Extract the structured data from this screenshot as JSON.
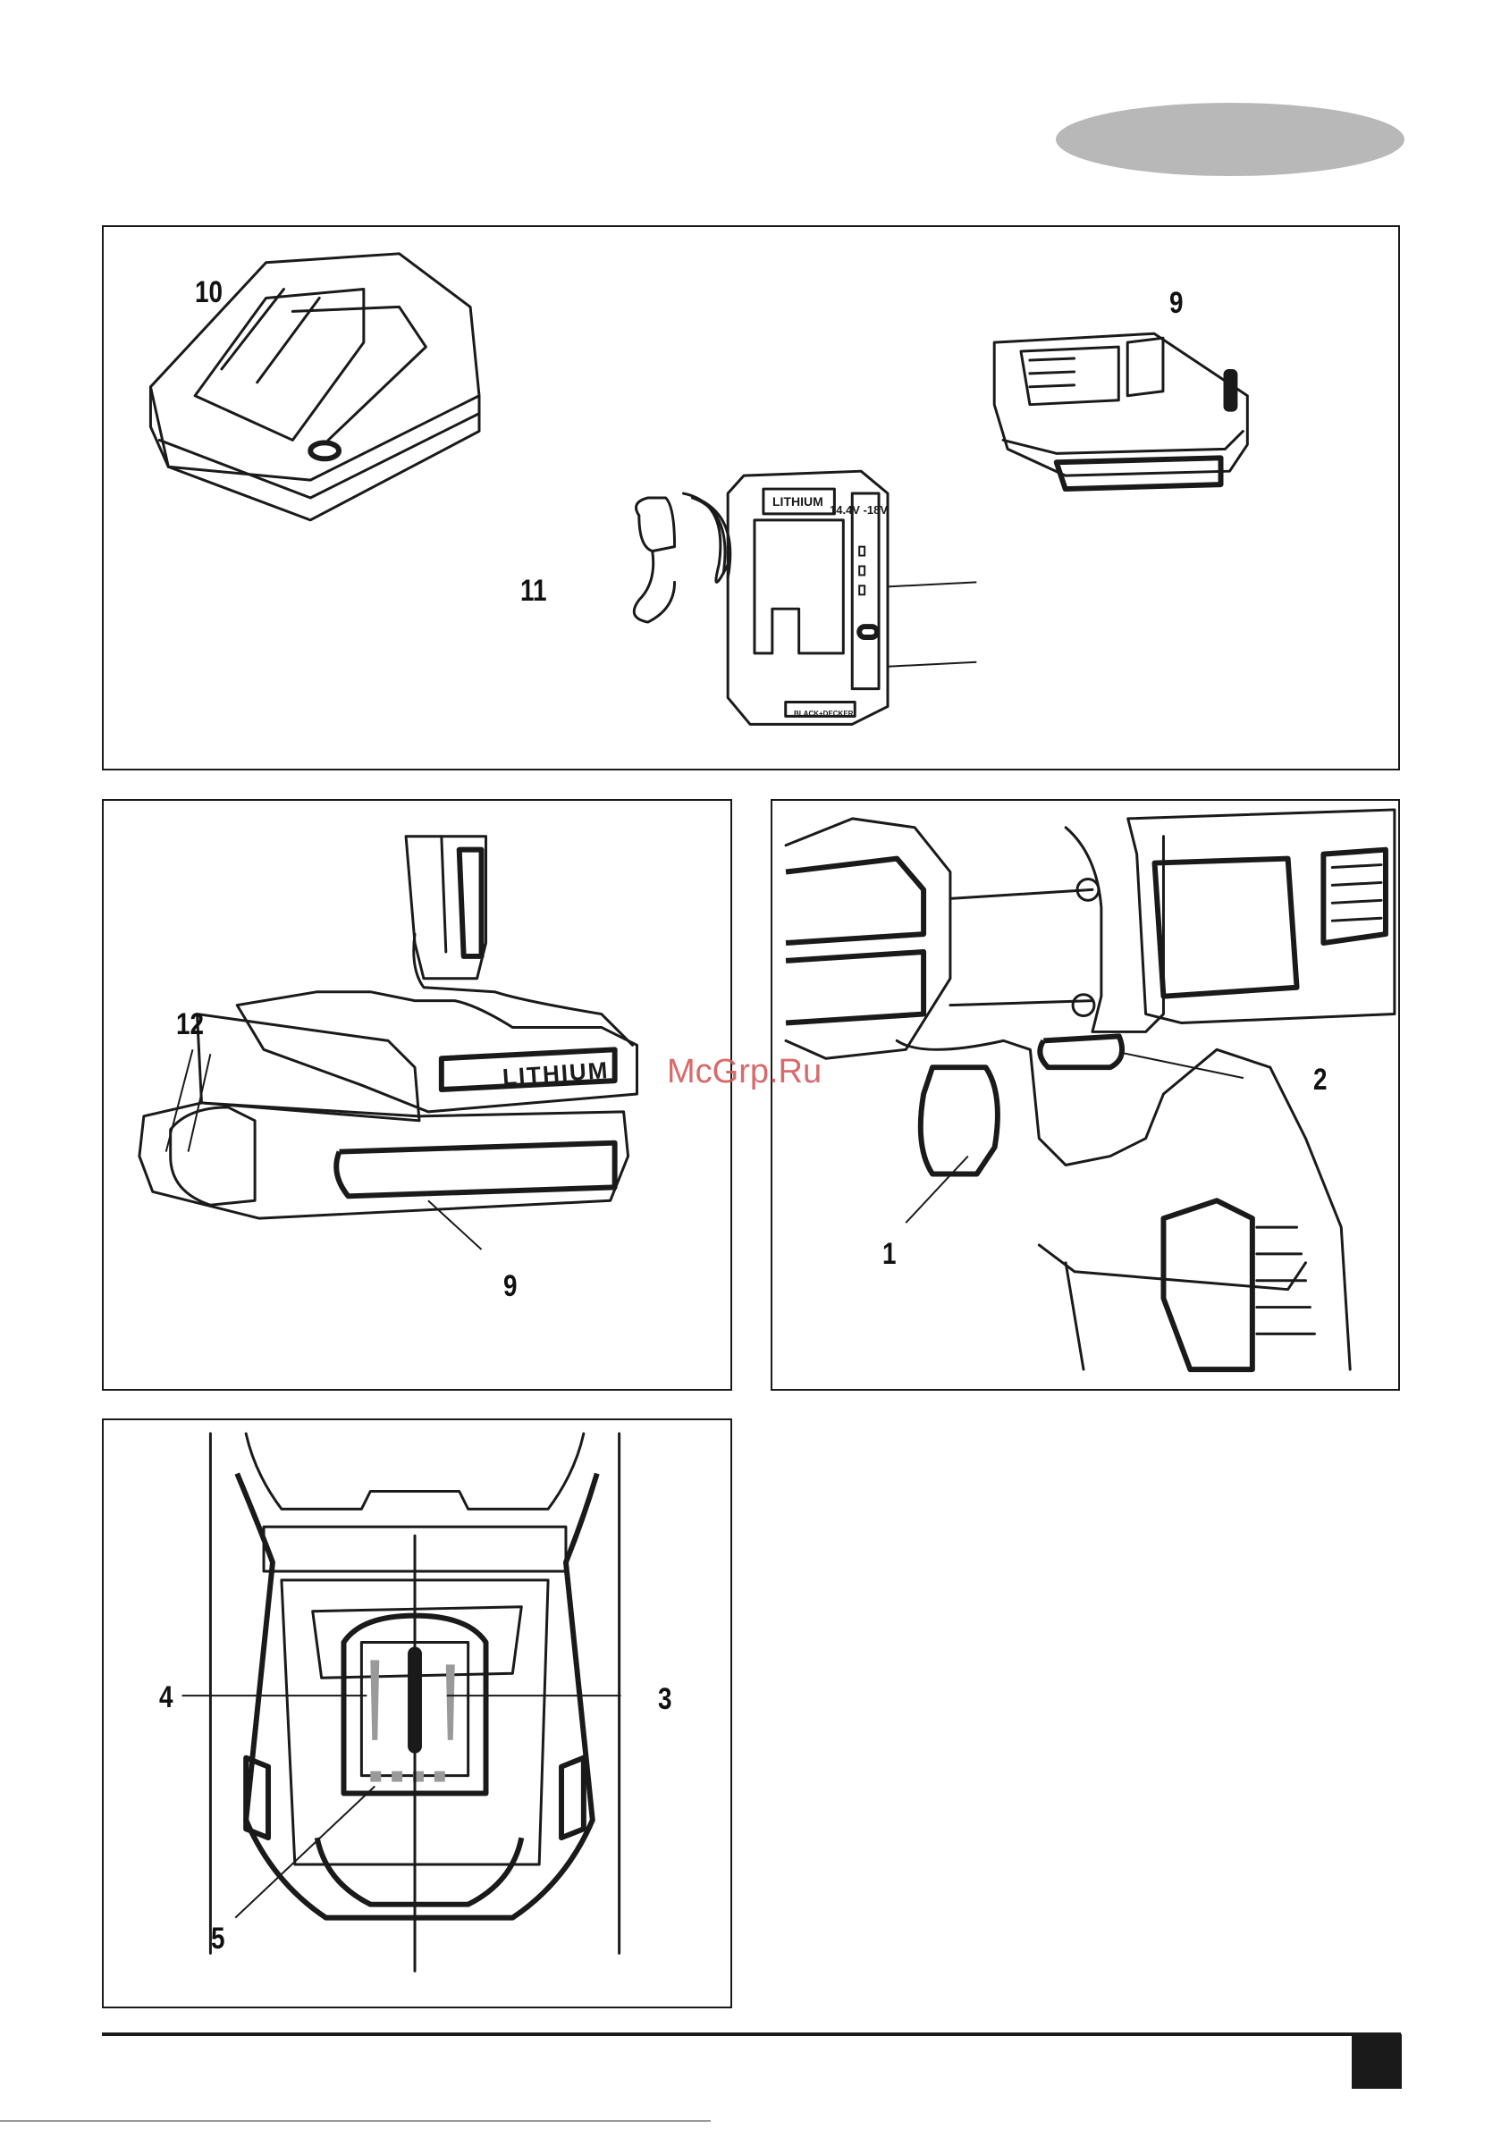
{
  "header": {
    "pill_color": "#b8b8b8"
  },
  "figures": {
    "charger_battery": {
      "callouts": {
        "charger": "10",
        "charger_button": "11",
        "battery": "9"
      },
      "charger_label": "LITHIUM",
      "charger_voltage": "14.4V -18V",
      "charger_brand": "BLACK+DECKER"
    },
    "battery_fitting": {
      "callouts": {
        "release_button": "12",
        "battery": "9"
      },
      "pack_label": "LITHIUM"
    },
    "drill_side": {
      "callouts": {
        "forward_reverse_slider": "2",
        "trigger_switch": "1"
      }
    },
    "drill_top": {
      "callouts": {
        "gear_selector_left": "4",
        "gear_selector_right": "3",
        "indicator": "5"
      }
    }
  },
  "watermark": "McGrp.Ru",
  "footer": {
    "page_box_color": "#1a1a1a"
  }
}
